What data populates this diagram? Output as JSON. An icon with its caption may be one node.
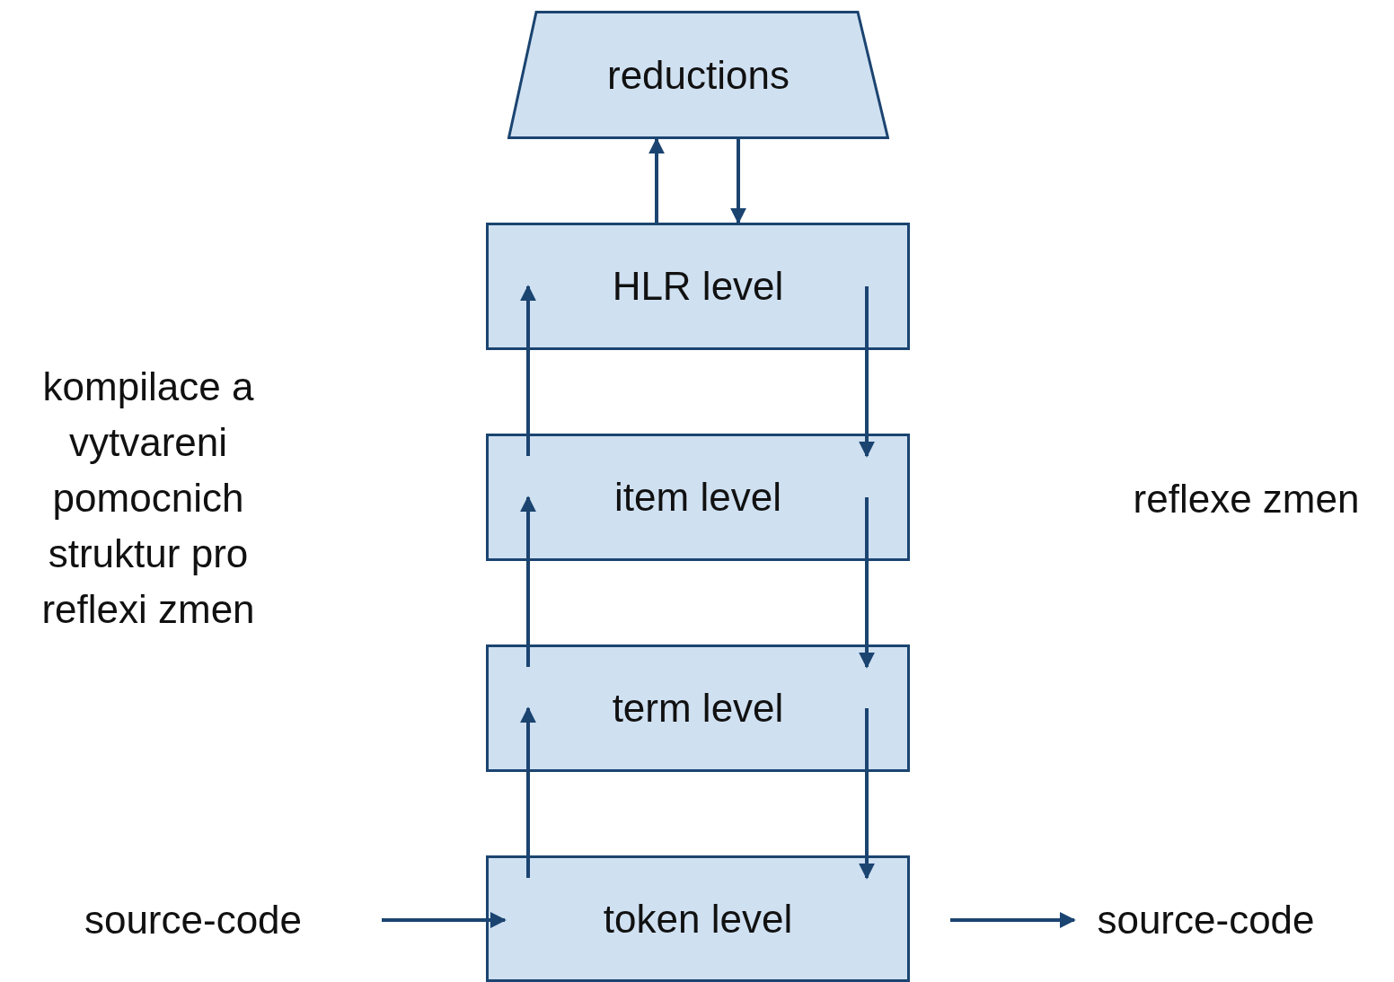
{
  "diagram": {
    "nodes": [
      {
        "text": [
          "reductions"
        ]
      },
      {
        "text": [
          "HLR level"
        ]
      },
      {
        "text": [
          "item level"
        ]
      },
      {
        "text": [
          "term level"
        ]
      },
      {
        "text": [
          "token level"
        ]
      },
      {
        "text": [
          "source-code"
        ]
      },
      {
        "text": [
          "source-code"
        ]
      }
    ],
    "edges": [
      {
        "from": 1,
        "to": 0,
        "arrow": "to"
      },
      {
        "from": 0,
        "to": 1,
        "arrow": "to"
      },
      {
        "from": 4,
        "to": 3,
        "arrow": "to"
      },
      {
        "from": 3,
        "to": 2,
        "arrow": "to"
      },
      {
        "from": 2,
        "to": 1,
        "arrow": "to"
      },
      {
        "from": 1,
        "to": 2,
        "arrow": "to"
      },
      {
        "from": 2,
        "to": 3,
        "arrow": "to"
      },
      {
        "from": 3,
        "to": 4,
        "arrow": "to"
      },
      {
        "from": 5,
        "to": 4,
        "arrow": "to"
      },
      {
        "from": 4,
        "to": 6,
        "arrow": "to"
      }
    ],
    "labels": [
      "kompilace a vytvareni pomocnich struktur pro reflexi zmen",
      "reflexe zmen"
    ]
  }
}
